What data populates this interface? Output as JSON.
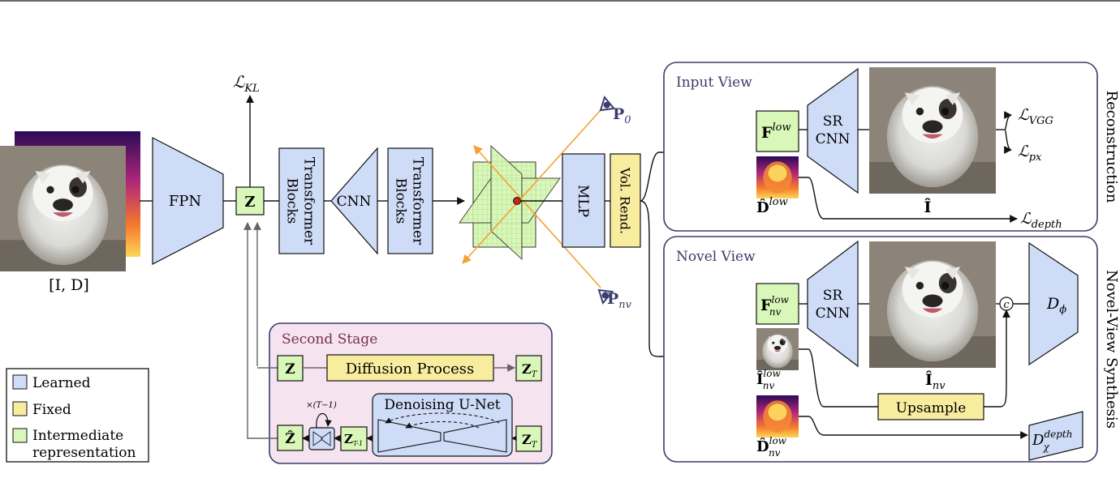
{
  "colors": {
    "learned": "#cfdcf7",
    "fixed": "#f8ec9e",
    "intermediate": "#d9f7b8",
    "panel_stroke": "#3c3c6e",
    "second_stage_fill": "#f5e3ef",
    "second_stage_stroke": "#3c3c6e",
    "arrow": "#111111",
    "camera_ray": "#f4a033",
    "camera_icon": "#3c3c6e",
    "gray_arrow": "#666666"
  },
  "input": {
    "label": "[I, D]",
    "rgb_image": "photo-dog-icon",
    "depth_image": "depth-map-icon"
  },
  "encoder": {
    "fpn_label": "FPN",
    "z_label": "Z",
    "kl_loss": "ℒ",
    "kl_loss_sub": "KL"
  },
  "transformer": {
    "block1_label": "Transformer Blocks",
    "cnn_label": "CNN",
    "block2_label": "Transformer Blocks"
  },
  "triplane": {
    "icon": "triplane-grid-icon",
    "p0": "P",
    "p0_sub": "0",
    "pnv": "P",
    "pnv_sub": "nv",
    "camera_icon": "camera-icon"
  },
  "decoder": {
    "mlp_label": "MLP",
    "volrend_label": "Vol. Rend."
  },
  "input_view": {
    "title": "Input View",
    "side_label": "Reconstruction",
    "f_low": "F",
    "f_low_sup": "low",
    "sr_cnn": "SR CNN",
    "d_low": "D̂",
    "d_low_sup": "low",
    "i_hat": "Î",
    "loss_vgg": "ℒ",
    "loss_vgg_sub": "VGG",
    "loss_px": "ℒ",
    "loss_px_sub": "px",
    "loss_depth": "ℒ",
    "loss_depth_sub": "depth"
  },
  "novel_view": {
    "title": "Novel View",
    "side_label": "Novel-View Synthesis",
    "f_low": "F",
    "f_low_sup": "low",
    "f_low_sub": "nv",
    "sr_cnn": "SR CNN",
    "i_low": "Î",
    "i_low_sup": "low",
    "i_low_sub": "nv",
    "d_low": "D̂",
    "d_low_sup": "low",
    "d_low_sub": "nv",
    "i_hat": "Î",
    "i_hat_sub": "nv",
    "concat": "c",
    "upsample": "Upsample",
    "d_phi": "D",
    "d_phi_sub": "ϕ",
    "d_chi": "D",
    "d_chi_sup": "depth",
    "d_chi_sub": "χ"
  },
  "second_stage": {
    "title": "Second Stage",
    "z": "Z",
    "diffusion": "Diffusion Process",
    "z_t": "Z",
    "z_t_sub": "T",
    "z_hat": "Ẑ",
    "repeat": "×(T−1)",
    "z_t1": "Z",
    "z_t1_sub": "T-1",
    "unet": "Denoising U-Net",
    "z_t2": "Z",
    "z_t2_sub": "T"
  },
  "legend": {
    "items": [
      {
        "label": "Learned",
        "color": "#cfdcf7"
      },
      {
        "label": "Fixed",
        "color": "#f8ec9e"
      },
      {
        "label": "Intermediate",
        "color": "#d9f7b8"
      }
    ],
    "item3_line2": "representation"
  }
}
